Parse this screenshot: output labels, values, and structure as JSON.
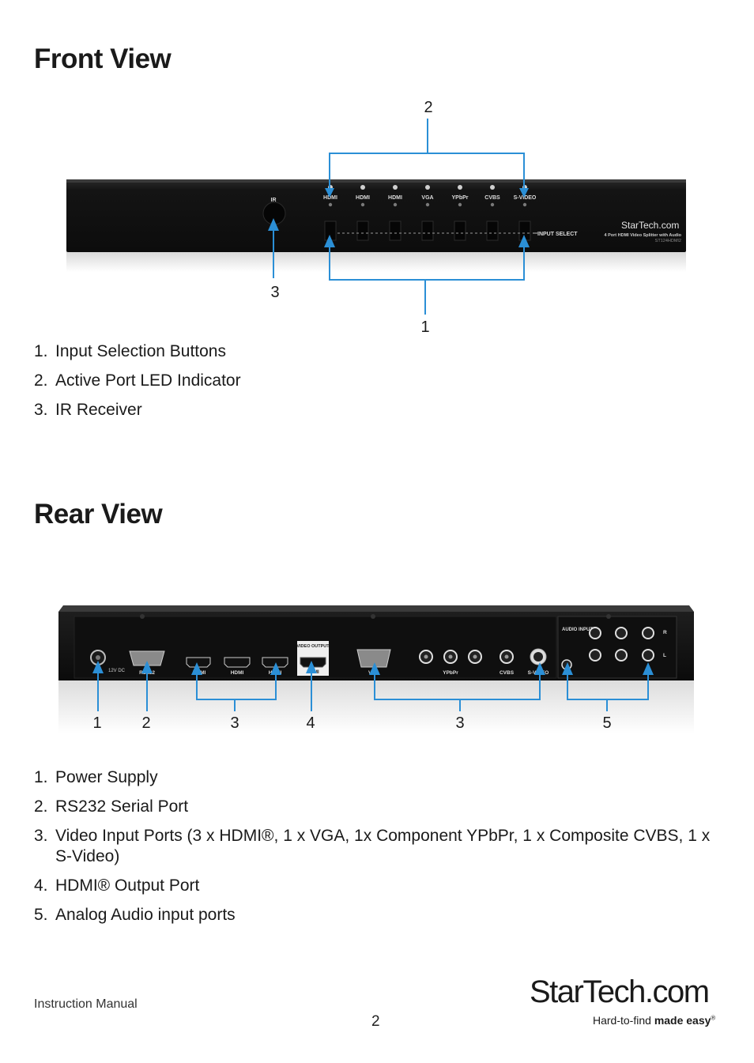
{
  "front": {
    "heading": "Front View",
    "callouts": {
      "c1": "1",
      "c2": "2",
      "c3": "3"
    },
    "device": {
      "ir_label": "IR",
      "port_labels": [
        "HDMI",
        "HDMI",
        "HDMI",
        "VGA",
        "YPbPr",
        "CVBS",
        "S-VIDEO"
      ],
      "input_select_label": "INPUT SELECT",
      "brand": "StarTech.com",
      "model_desc": "4 Port HDMI Video Splitter with Audio",
      "model_no": "ST124HDMI2"
    },
    "items": [
      {
        "n": "1.",
        "text": "Input Selection Buttons"
      },
      {
        "n": "2.",
        "text": "Active Port LED Indicator"
      },
      {
        "n": "3.",
        "text": "IR Receiver"
      }
    ]
  },
  "rear": {
    "heading": "Rear View",
    "callouts": {
      "c1": "1",
      "c2": "2",
      "c3a": "3",
      "c4": "4",
      "c3b": "3",
      "c5": "5"
    },
    "device": {
      "dc_label": "12V DC",
      "rs232_label": "RS232",
      "hdmi_labels": [
        "HDMI",
        "HDMI",
        "HDMI"
      ],
      "video_output_label": "VIDEO OUTPUT",
      "hdmi_out_label": "HDMI",
      "vga_label": "VGA",
      "ypbpr_label": "YPbPr",
      "cvbs_label": "CVBS",
      "svideo_label": "S-VIDEO",
      "audio_input_label": "AUDIO INPUT",
      "r_label": "R",
      "l_label": "L"
    },
    "items": [
      {
        "n": "1.",
        "text": "Power Supply"
      },
      {
        "n": "2.",
        "text": "RS232 Serial Port"
      },
      {
        "n": "3.",
        "text": "Video Input Ports (3 x HDMI®, 1 x VGA, 1x Component YPbPr, 1 x Composite CVBS, 1 x S-Video)"
      },
      {
        "n": "4.",
        "text": "HDMI® Output Port"
      },
      {
        "n": "5.",
        "text": "Analog Audio input ports"
      }
    ]
  },
  "footer": {
    "manual": "Instruction Manual",
    "page": "2",
    "logo_text": "StarTech.com",
    "tagline_regular": "Hard-to-find ",
    "tagline_bold": "made easy",
    "tagline_mark": "®"
  },
  "colors": {
    "callout_blue": "#2b8fd6",
    "device_body": "#141414"
  }
}
